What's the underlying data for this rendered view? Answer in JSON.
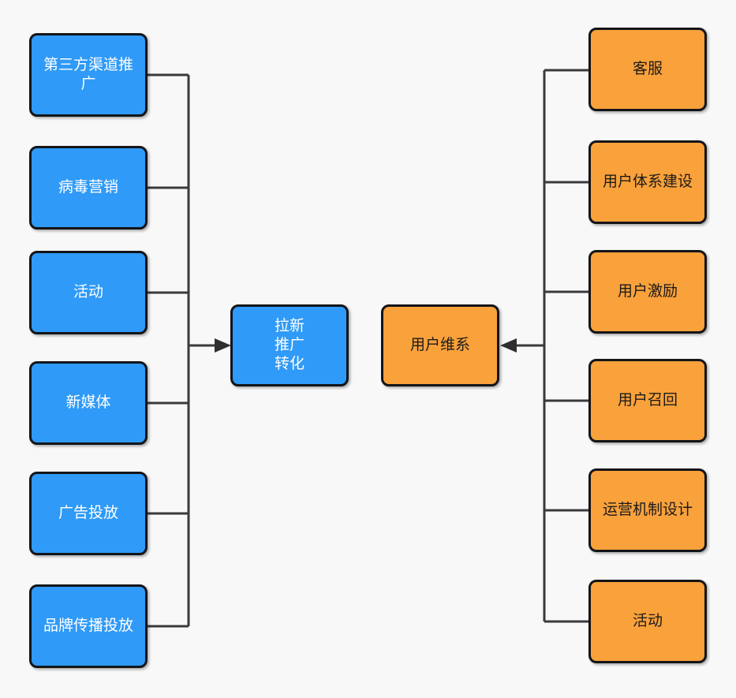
{
  "diagram": {
    "background_color": "#f8f8f8",
    "colors": {
      "blue_node_fill": "#2f9af7",
      "blue_node_text": "#ffffff",
      "orange_node_fill": "#f9a13b",
      "orange_node_text": "#1b1b1b",
      "node_border": "#131519",
      "connector_line": "#3a3a3c",
      "arrowhead_fill": "#2e2e30"
    },
    "left_nodes": [
      {
        "label": "第三方渠道推广"
      },
      {
        "label": "病毒营销"
      },
      {
        "label": "活动"
      },
      {
        "label": "新媒体"
      },
      {
        "label": "广告投放"
      },
      {
        "label": "品牌传播投放"
      }
    ],
    "center_left_node": {
      "label": "拉新\n推广\n转化"
    },
    "center_right_node": {
      "label": "用户维系"
    },
    "right_nodes": [
      {
        "label": "客服"
      },
      {
        "label": "用户体系建设"
      },
      {
        "label": "用户激励"
      },
      {
        "label": "用户召回"
      },
      {
        "label": "运营机制设计"
      },
      {
        "label": "活动"
      }
    ]
  }
}
